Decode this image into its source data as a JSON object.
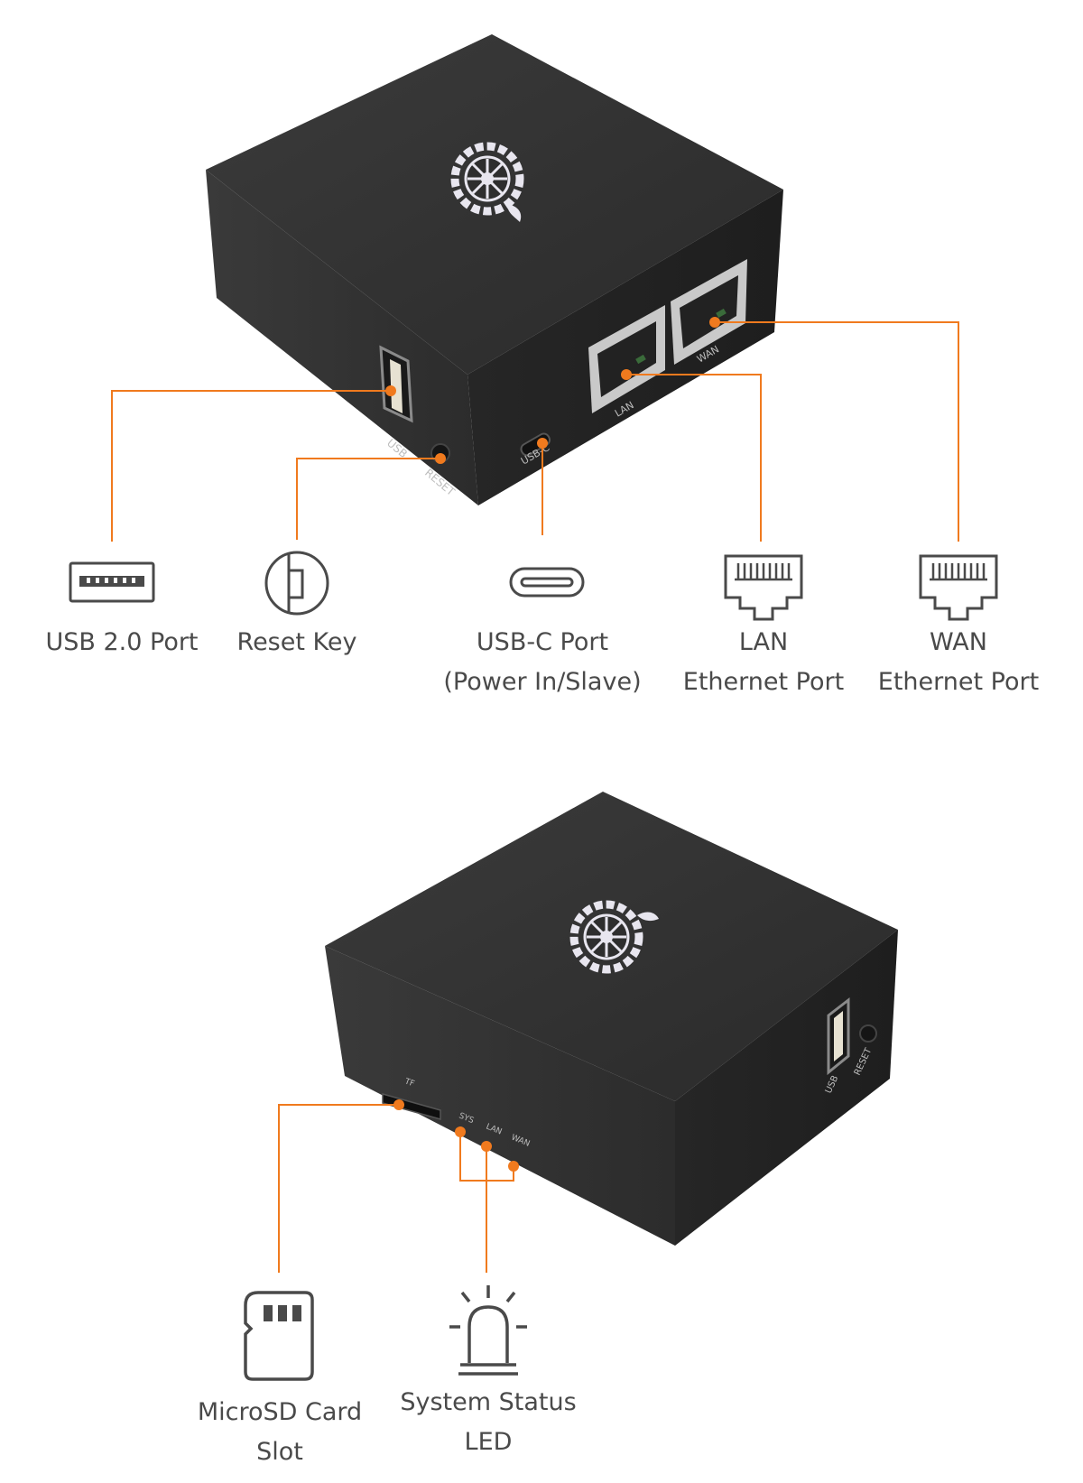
{
  "device_labels": {
    "usb": "USB",
    "reset": "RESET",
    "usbc": "USB-C",
    "lan": "LAN",
    "wan": "WAN",
    "tf": "TF",
    "sys": "SYS",
    "led_lan": "LAN",
    "led_wan": "WAN"
  },
  "callouts": {
    "usb": {
      "line1": "USB 2.0 Port",
      "line2": ""
    },
    "reset": {
      "line1": "Reset Key",
      "line2": ""
    },
    "usbc": {
      "line1": "USB-C Port",
      "line2": "(Power In/Slave)"
    },
    "lan": {
      "line1": "LAN",
      "line2": "Ethernet Port"
    },
    "wan": {
      "line1": "WAN",
      "line2": "Ethernet Port"
    },
    "microsd": {
      "line1": "MicroSD Card",
      "line2": "Slot"
    },
    "led": {
      "line1": "System Status",
      "line2": "LED"
    }
  },
  "icons": {
    "usb": "usb-port-icon",
    "reset": "reset-key-icon",
    "usbc": "usb-c-icon",
    "lan": "ethernet-icon",
    "wan": "ethernet-icon",
    "microsd": "sd-card-icon",
    "led": "warning-light-icon"
  },
  "colors": {
    "accent": "#f07a1e",
    "device": "#2a2a2a",
    "icon": "#4a4a4a"
  }
}
